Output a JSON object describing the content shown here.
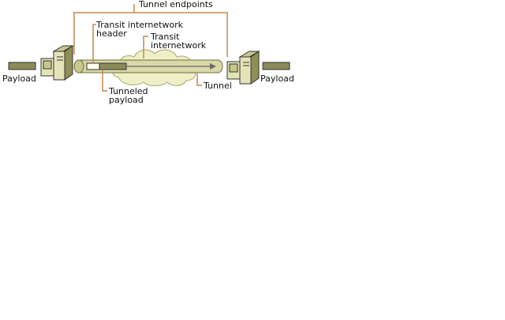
{
  "labels": {
    "tunnel_endpoints": "Tunnel endpoints",
    "transit_header_line1": "Transit internetwork",
    "transit_header_line2": "header",
    "transit_internetwork_line1": "Transit",
    "transit_internetwork_line2": "internetwork",
    "payload_left": "Payload",
    "payload_right": "Payload",
    "tunnel": "Tunnel",
    "tunneled_payload_line1": "Tunneled",
    "tunneled_payload_line2": "payload"
  },
  "colors": {
    "callout_line": "#c8874c",
    "payload_fill": "#8b8b5a",
    "server_light": "#e4e4b8",
    "server_mid": "#c8c88c",
    "server_dark": "#8f8f56",
    "tunnel_fill": "#d8d8a8",
    "tunnel_stroke": "#6f6f3c",
    "cloud_fill": "#efefc8",
    "cloud_stroke": "#a8a86c",
    "header_fill": "#fffff0",
    "arrow": "#6a6a6a"
  }
}
